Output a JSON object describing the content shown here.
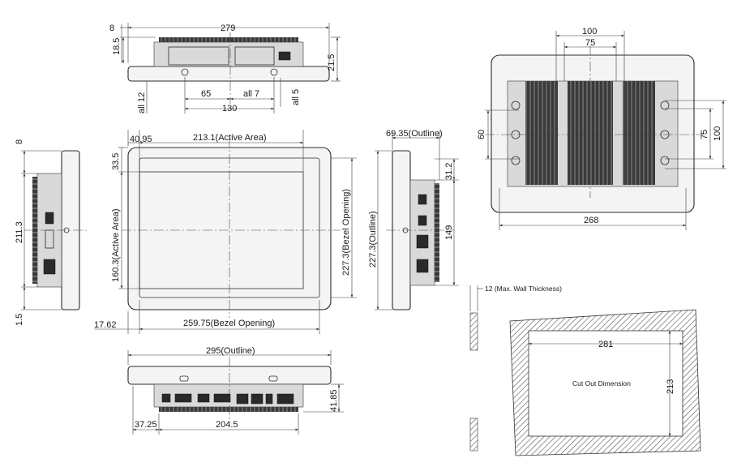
{
  "top_view": {
    "dims": [
      "8",
      "279",
      "18.5",
      "21.5",
      "65",
      "all 7",
      "130",
      "all 12",
      "all 5"
    ]
  },
  "front_view": {
    "dims": [
      "40.95",
      "213.1(Active Area)",
      "33.5",
      "160.3(Active Area)",
      "227.3(Bezel Opening)",
      "259.75(Bezel Opening)",
      "17.62"
    ]
  },
  "left_view": {
    "dims": [
      "8",
      "211.3",
      "1.5"
    ]
  },
  "right_view": {
    "dims": [
      "69.35(Outline)",
      "31.2",
      "227.3(Outline)",
      "149"
    ]
  },
  "bottom_view": {
    "dims": [
      "295(Outline)",
      "41.85",
      "37.25",
      "204.5"
    ]
  },
  "rear_view": {
    "dims": [
      "100",
      "75",
      "60",
      "75",
      "100",
      "268"
    ]
  },
  "cutout": {
    "wall_note": "12 (Max. Wall Thickness)",
    "width": "281",
    "height": "213",
    "label": "Cut Out Dimension"
  }
}
